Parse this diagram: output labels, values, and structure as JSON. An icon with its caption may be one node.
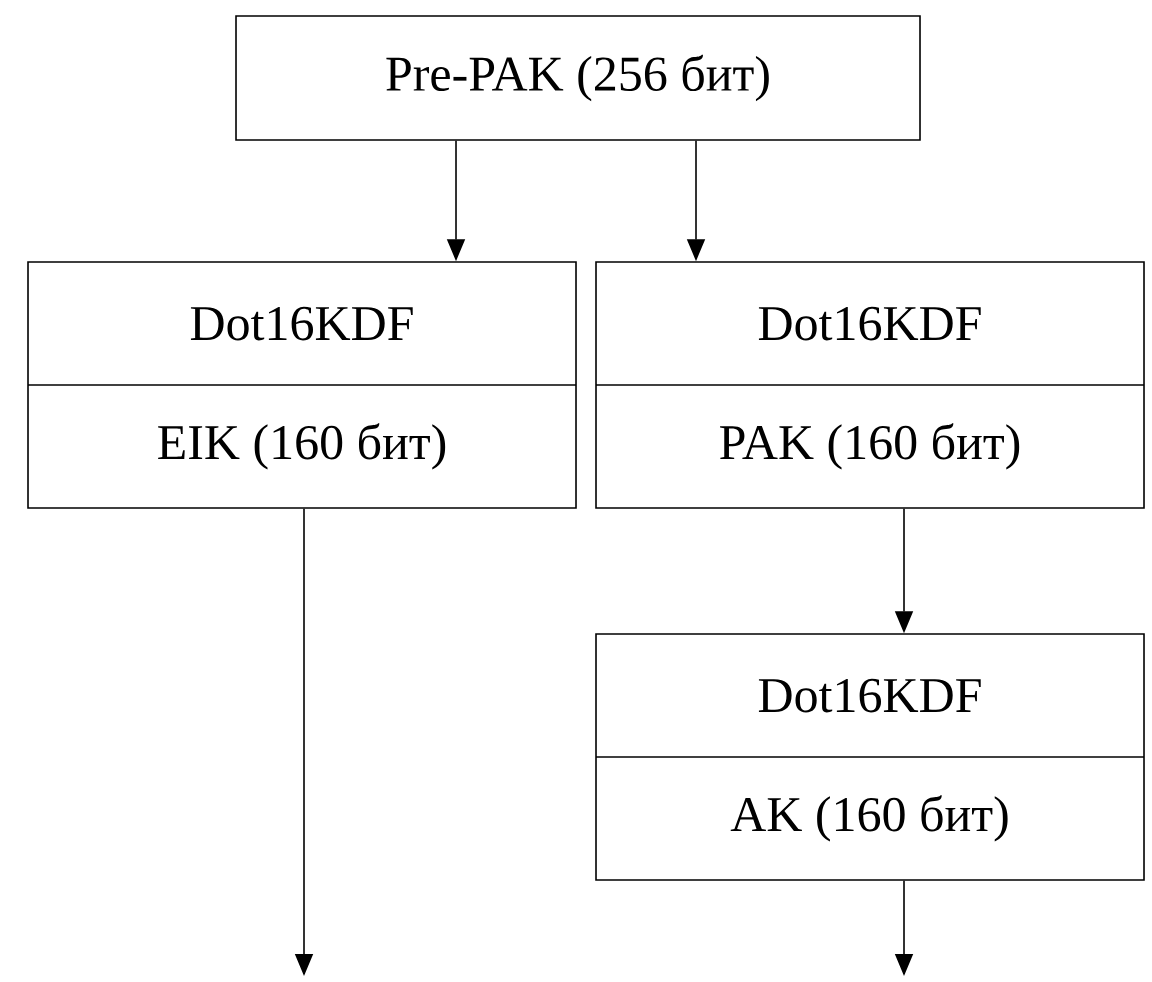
{
  "diagram": {
    "nodes": [
      {
        "text": [
          "Pre-PAK (256 бит)"
        ]
      },
      {
        "text": [
          "Dot16KDF",
          "EIK (160 бит)"
        ]
      },
      {
        "text": [
          "Dot16KDF",
          "PAK (160 бит)"
        ]
      },
      {
        "text": [
          "Dot16KDF",
          "AK (160 бит)"
        ]
      }
    ],
    "edges": [
      {
        "from": 0,
        "to": 1,
        "arrow": "to"
      },
      {
        "from": 0,
        "to": 2,
        "arrow": "to"
      },
      {
        "from": 1,
        "to": null,
        "arrow": "to"
      },
      {
        "from": 2,
        "to": 3,
        "arrow": "to"
      },
      {
        "from": 3,
        "to": null,
        "arrow": "to"
      }
    ]
  }
}
